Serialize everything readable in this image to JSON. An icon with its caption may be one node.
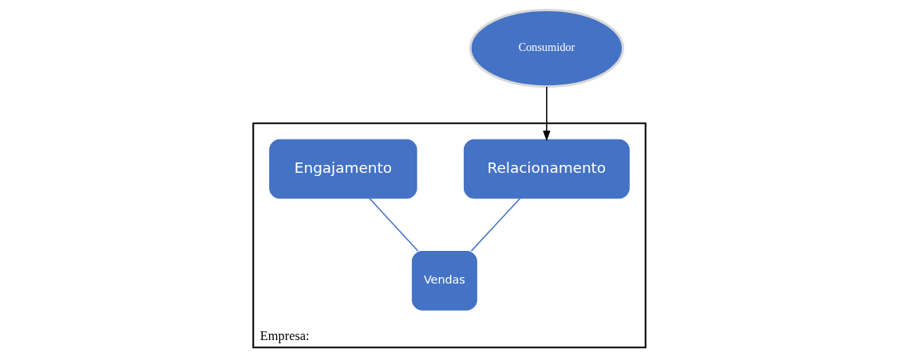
{
  "diagram": {
    "nodes": [
      {
        "text": [
          "Consumidor"
        ]
      },
      {
        "text": [
          "Empresa:"
        ]
      },
      {
        "text": [
          "Relacionamento"
        ],
        "in": 1
      },
      {
        "text": [
          "Engajamento"
        ],
        "in": 1
      },
      {
        "text": [
          "Vendas"
        ],
        "in": 1
      }
    ],
    "edges": [
      {
        "from": 0,
        "to": 2,
        "arrow": "to",
        "color": "#000000"
      },
      {
        "from": 2,
        "to": 4,
        "arrow": "none"
      },
      {
        "from": 3,
        "to": 4,
        "arrow": "none"
      }
    ]
  }
}
